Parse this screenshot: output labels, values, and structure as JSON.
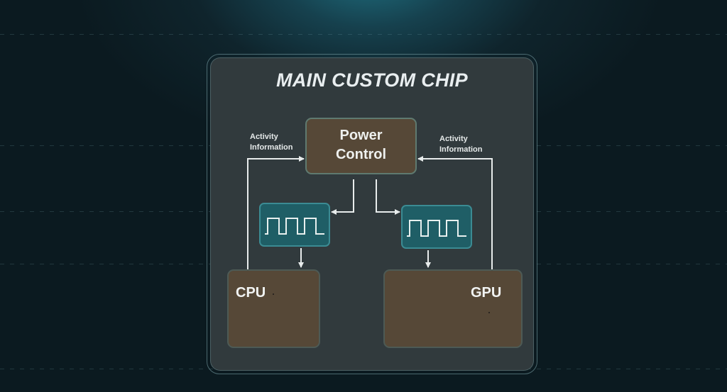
{
  "title": "MAIN CUSTOM CHIP",
  "power_control": {
    "line1": "Power",
    "line2": "Control"
  },
  "cpu": {
    "label": "CPU"
  },
  "gpu": {
    "label": "GPU"
  },
  "activity_left": {
    "line1": "Activity",
    "line2": "Information"
  },
  "activity_right": {
    "line1": "Activity",
    "line2": "Information"
  },
  "clock_icons": [
    "square-wave-icon",
    "square-wave-icon"
  ],
  "colors": {
    "block_fill": "#564837",
    "clock_fill": "#1f5e66",
    "chip_fill": "#313a3d",
    "arrow": "#e8ecec"
  }
}
